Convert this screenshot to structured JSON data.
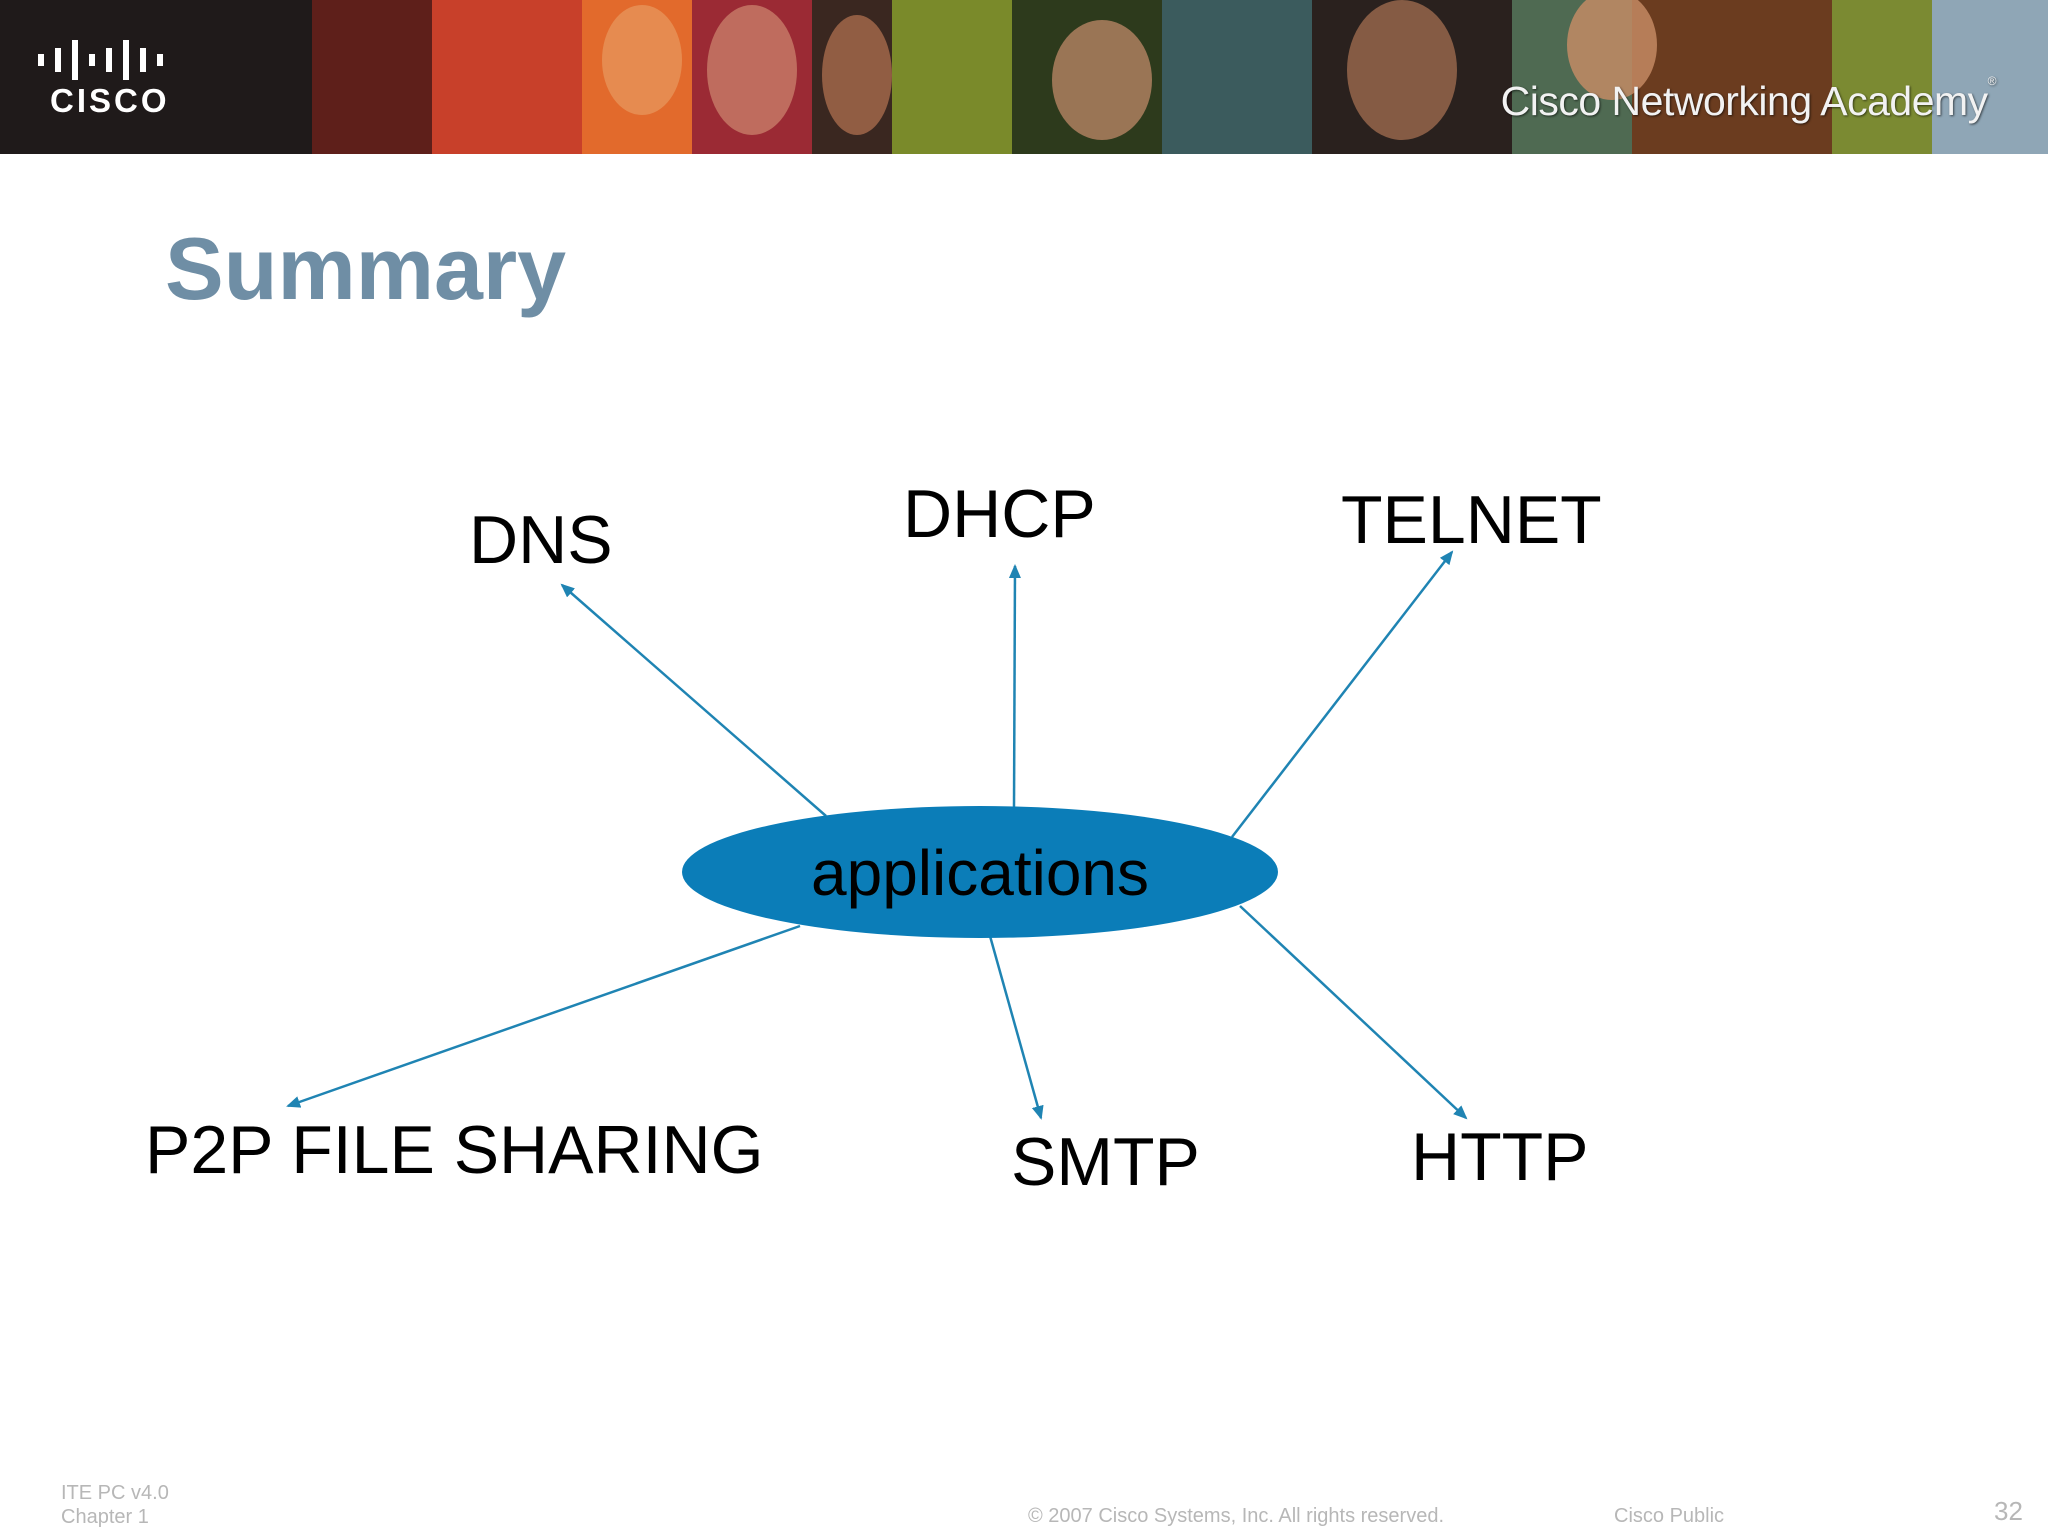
{
  "header": {
    "logo_text": "CISCO",
    "academy_name": "Cisco Networking Academy",
    "academy_mark": "®"
  },
  "slide": {
    "title": "Summary"
  },
  "diagram": {
    "center": "applications",
    "nodes": [
      {
        "key": "dns",
        "label": "DNS"
      },
      {
        "key": "dhcp",
        "label": "DHCP"
      },
      {
        "key": "telnet",
        "label": "TELNET"
      },
      {
        "key": "p2p",
        "label": "P2P FILE SHARING"
      },
      {
        "key": "smtp",
        "label": "SMTP"
      },
      {
        "key": "http",
        "label": "HTTP"
      }
    ],
    "colors": {
      "ellipse_fill": "#0b7db8",
      "arrow": "#1f84b3"
    }
  },
  "footer": {
    "course": "ITE PC v4.0",
    "chapter": "Chapter 1",
    "copyright": "© 2007 Cisco Systems, Inc. All rights reserved.",
    "classification": "Cisco Public",
    "page_number": "32"
  }
}
